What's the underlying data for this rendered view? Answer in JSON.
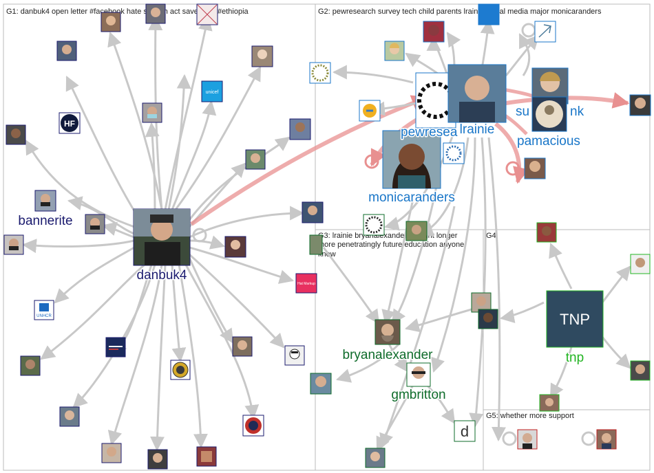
{
  "groups": [
    {
      "id": "G1",
      "title": "G1: danbuk4 open letter #facebook hate speech act save lives #ethiopia"
    },
    {
      "id": "G2",
      "title": "G2: pewresearch survey tech child parents lrainie social media major monicaranders"
    },
    {
      "id": "G3",
      "title_lines": [
        "G3: lrainie bryanalexander thought longer",
        "more penetratingly future education anyone",
        "know"
      ]
    },
    {
      "id": "G4",
      "title": "G4"
    },
    {
      "id": "G5",
      "title": "G5: whether more support"
    }
  ],
  "labels": {
    "danbuk4": "danbuk4",
    "bannerite": "bannerite",
    "pewresearch": "pewresea",
    "lrainie": "lrainie",
    "sunk": "su",
    "sunk2": "nk",
    "pamacious": "pamacious",
    "monicaranders": "monicaranders",
    "bryanalexander": "bryanalexander",
    "gmbritton": "gmbritton",
    "tnp": "tnp"
  },
  "logos": {
    "hf": "HF",
    "unicef": "unicef",
    "unhcr": "UNHCR",
    "tnp": "TNP",
    "d": "d",
    "hatemarkup": "Hat Markup"
  },
  "colors": {
    "g1_label": "#1a1a6e",
    "g2_label": "#1976c8",
    "g3_label": "#0e6b2a",
    "g4_label": "#22b422",
    "edge": "#c8c8c8",
    "edge_strong": "#e89090",
    "box": "#bbbbbb"
  }
}
